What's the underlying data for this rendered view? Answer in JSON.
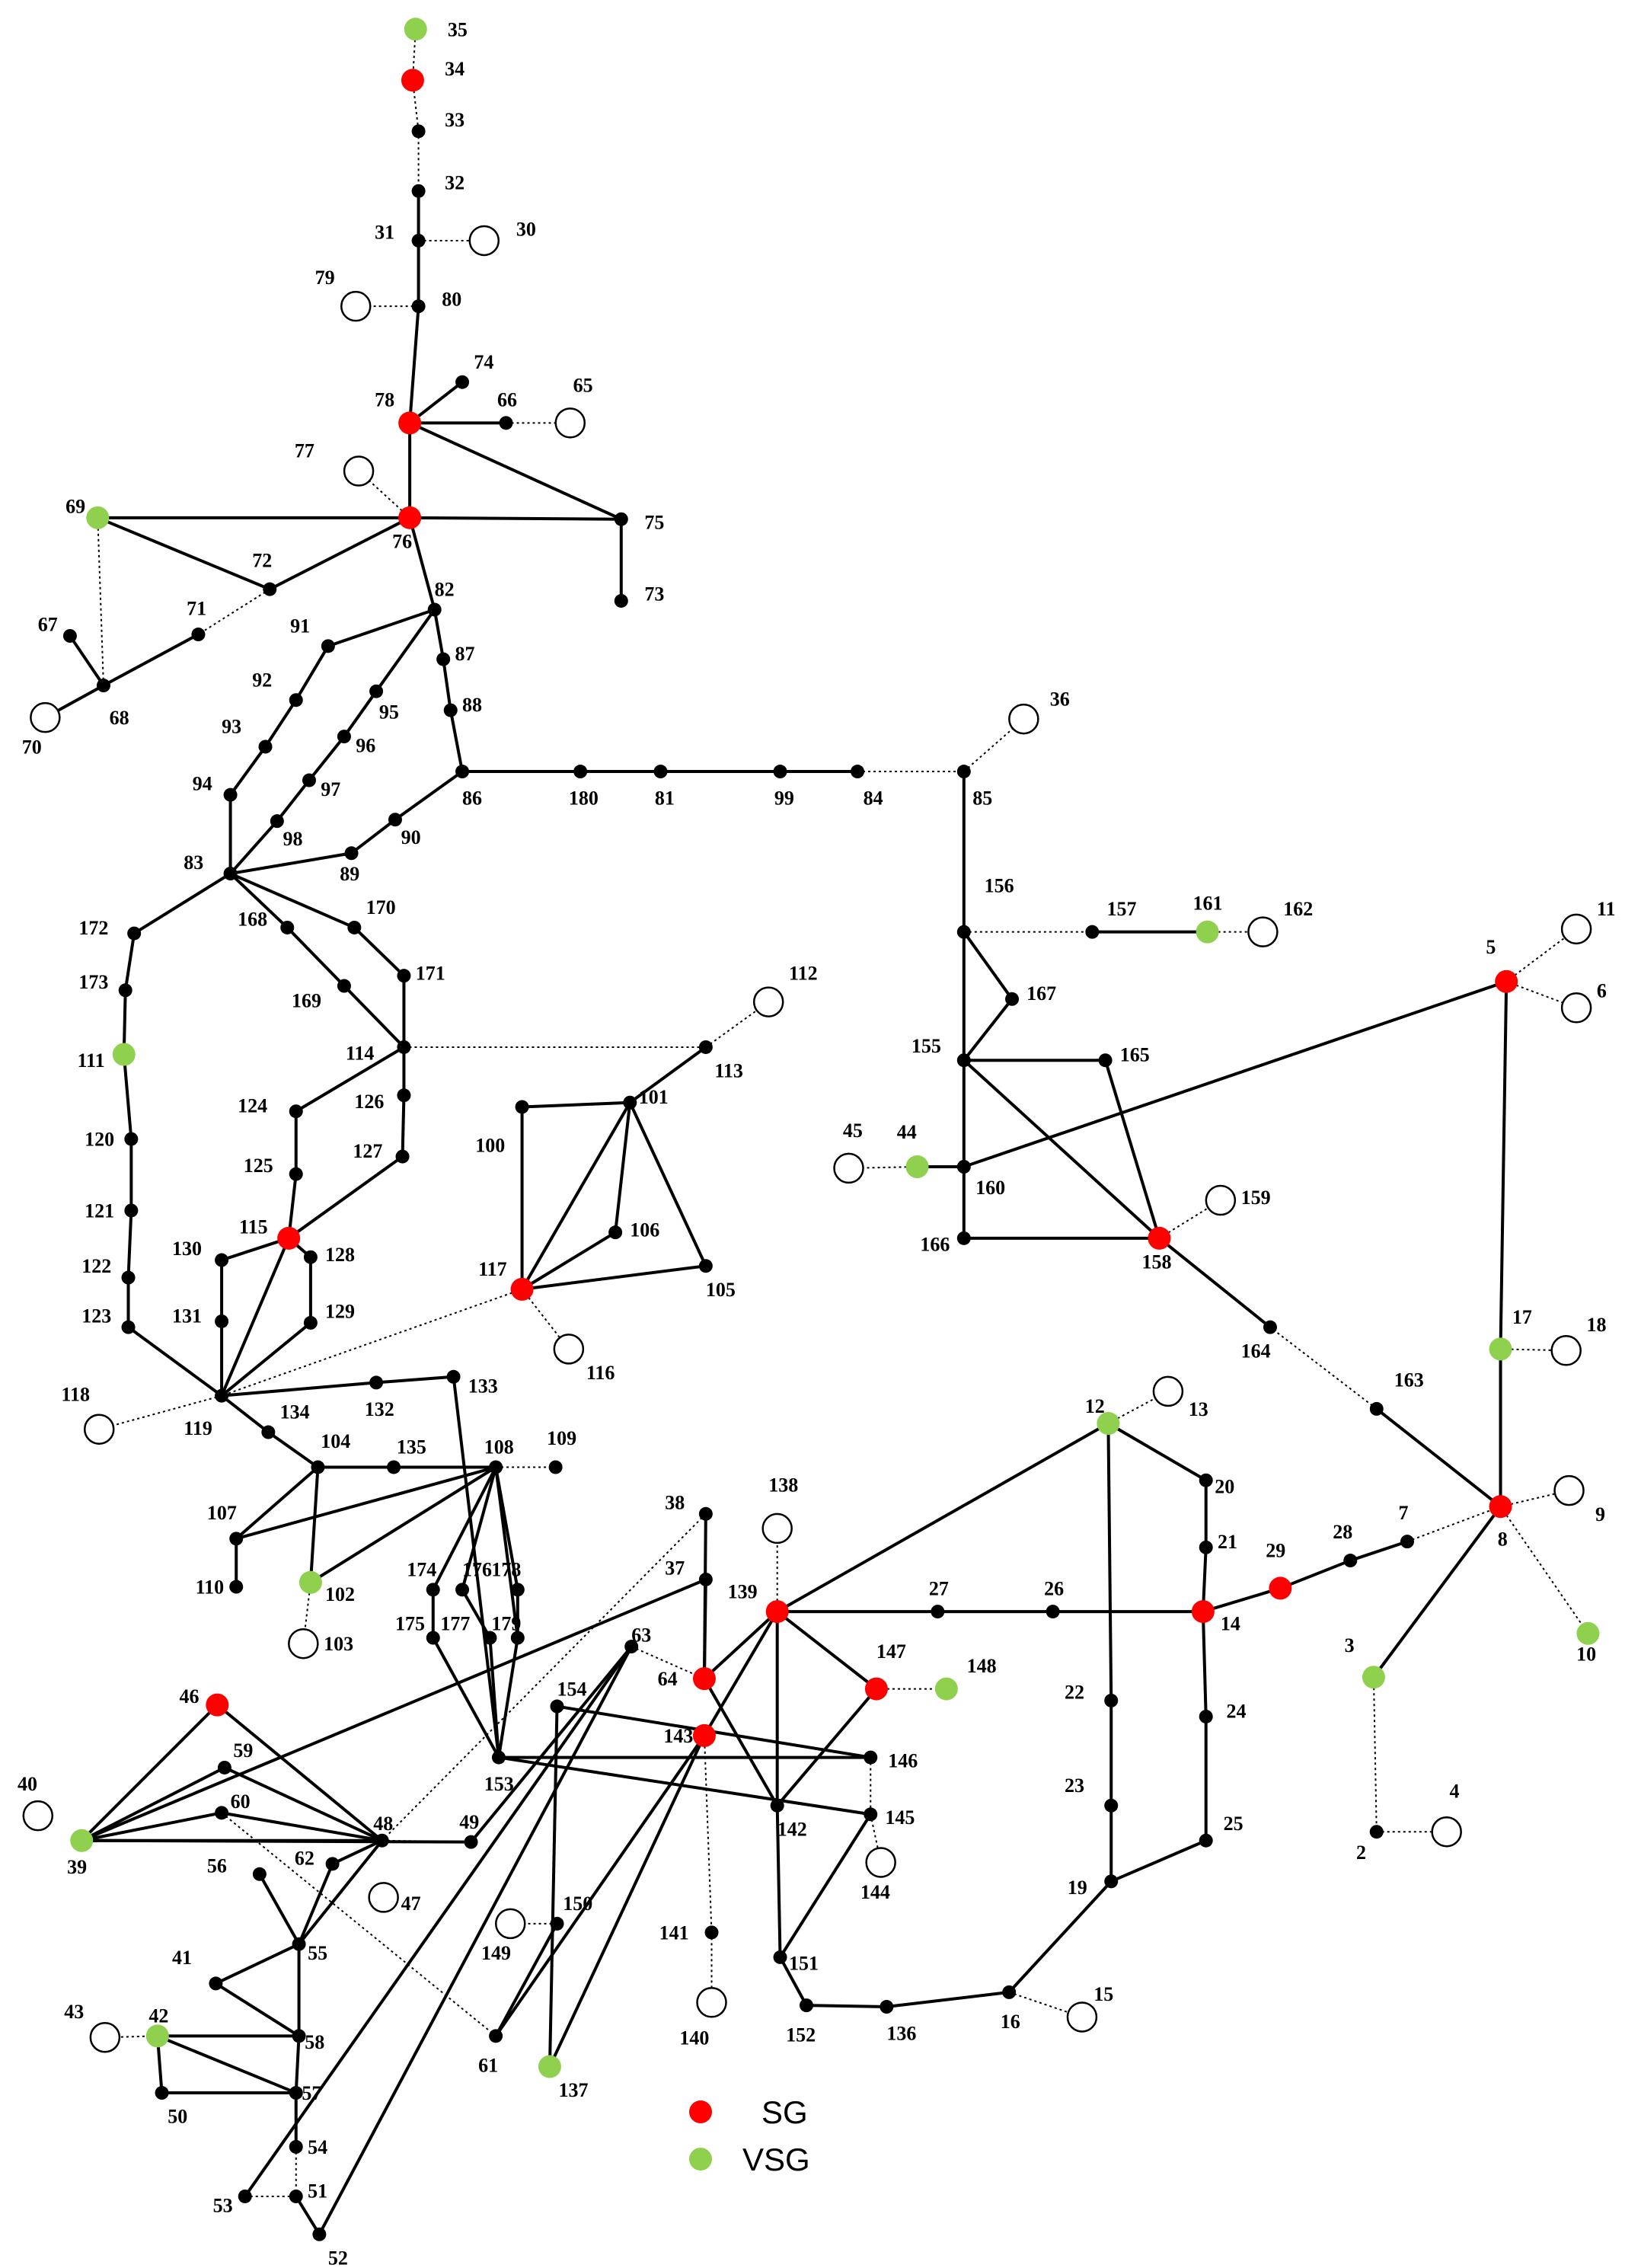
{
  "colors": {
    "sg": "#ff0000",
    "vsg": "#8fd14f",
    "bus": "#000000",
    "line": "#000000",
    "load_fill": "#ffffff"
  },
  "legend": {
    "sg_label": "SG",
    "vsg_label": "VSG"
  },
  "nodes": [
    {
      "id": "35",
      "type": "vsg"
    },
    {
      "id": "34",
      "type": "sg"
    },
    {
      "id": "33",
      "type": "bus"
    },
    {
      "id": "32",
      "type": "bus"
    },
    {
      "id": "31",
      "type": "bus"
    },
    {
      "id": "30",
      "type": "load"
    },
    {
      "id": "79",
      "type": "load"
    },
    {
      "id": "80",
      "type": "bus"
    },
    {
      "id": "74",
      "type": "bus"
    },
    {
      "id": "66",
      "type": "bus"
    },
    {
      "id": "65",
      "type": "load"
    },
    {
      "id": "78",
      "type": "sg"
    },
    {
      "id": "77",
      "type": "load"
    },
    {
      "id": "76",
      "type": "sg"
    },
    {
      "id": "75",
      "type": "bus"
    },
    {
      "id": "73",
      "type": "bus"
    },
    {
      "id": "69",
      "type": "vsg"
    },
    {
      "id": "72",
      "type": "bus"
    },
    {
      "id": "71",
      "type": "bus"
    },
    {
      "id": "82",
      "type": "bus"
    },
    {
      "id": "67",
      "type": "bus"
    },
    {
      "id": "68",
      "type": "bus"
    },
    {
      "id": "70",
      "type": "load"
    },
    {
      "id": "91",
      "type": "bus"
    },
    {
      "id": "87",
      "type": "bus"
    },
    {
      "id": "92",
      "type": "bus"
    },
    {
      "id": "88",
      "type": "bus"
    },
    {
      "id": "95",
      "type": "bus"
    },
    {
      "id": "93",
      "type": "bus"
    },
    {
      "id": "96",
      "type": "bus"
    },
    {
      "id": "97",
      "type": "bus"
    },
    {
      "id": "94",
      "type": "bus"
    },
    {
      "id": "86",
      "type": "bus"
    },
    {
      "id": "180",
      "type": "bus"
    },
    {
      "id": "81",
      "type": "bus"
    },
    {
      "id": "99",
      "type": "bus"
    },
    {
      "id": "84",
      "type": "bus"
    },
    {
      "id": "85",
      "type": "bus"
    },
    {
      "id": "36",
      "type": "load"
    },
    {
      "id": "98",
      "type": "bus"
    },
    {
      "id": "90",
      "type": "bus"
    },
    {
      "id": "89",
      "type": "bus"
    },
    {
      "id": "83",
      "type": "bus"
    },
    {
      "id": "172",
      "type": "bus"
    },
    {
      "id": "168",
      "type": "bus"
    },
    {
      "id": "170",
      "type": "bus"
    },
    {
      "id": "173",
      "type": "bus"
    },
    {
      "id": "169",
      "type": "bus"
    },
    {
      "id": "171",
      "type": "bus"
    },
    {
      "id": "111",
      "type": "vsg"
    },
    {
      "id": "114",
      "type": "bus"
    },
    {
      "id": "113",
      "type": "bus"
    },
    {
      "id": "112",
      "type": "load"
    },
    {
      "id": "124",
      "type": "bus"
    },
    {
      "id": "126",
      "type": "bus"
    },
    {
      "id": "101",
      "type": "bus"
    },
    {
      "id": "100",
      "type": "bus"
    },
    {
      "id": "120",
      "type": "bus"
    },
    {
      "id": "125",
      "type": "bus"
    },
    {
      "id": "127",
      "type": "bus"
    },
    {
      "id": "121",
      "type": "bus"
    },
    {
      "id": "115",
      "type": "sg"
    },
    {
      "id": "128",
      "type": "bus"
    },
    {
      "id": "130",
      "type": "bus"
    },
    {
      "id": "106",
      "type": "bus"
    },
    {
      "id": "122",
      "type": "bus"
    },
    {
      "id": "117",
      "type": "sg"
    },
    {
      "id": "105",
      "type": "bus"
    },
    {
      "id": "129",
      "type": "bus"
    },
    {
      "id": "131",
      "type": "bus"
    },
    {
      "id": "123",
      "type": "bus"
    },
    {
      "id": "116",
      "type": "load"
    },
    {
      "id": "118",
      "type": "load"
    },
    {
      "id": "119",
      "type": "bus"
    },
    {
      "id": "133",
      "type": "bus"
    },
    {
      "id": "132",
      "type": "bus"
    },
    {
      "id": "134",
      "type": "bus"
    },
    {
      "id": "104",
      "type": "bus"
    },
    {
      "id": "135",
      "type": "bus"
    },
    {
      "id": "108",
      "type": "bus"
    },
    {
      "id": "109",
      "type": "bus"
    },
    {
      "id": "107",
      "type": "bus"
    },
    {
      "id": "110",
      "type": "bus"
    },
    {
      "id": "102",
      "type": "vsg"
    },
    {
      "id": "103",
      "type": "load"
    },
    {
      "id": "174",
      "type": "bus"
    },
    {
      "id": "176",
      "type": "bus"
    },
    {
      "id": "178",
      "type": "bus"
    },
    {
      "id": "175",
      "type": "bus"
    },
    {
      "id": "177",
      "type": "bus"
    },
    {
      "id": "179",
      "type": "bus"
    },
    {
      "id": "153",
      "type": "bus"
    },
    {
      "id": "38",
      "type": "bus"
    },
    {
      "id": "37",
      "type": "bus"
    },
    {
      "id": "63",
      "type": "bus"
    },
    {
      "id": "64",
      "type": "sg"
    },
    {
      "id": "143",
      "type": "sg"
    },
    {
      "id": "138",
      "type": "load"
    },
    {
      "id": "139",
      "type": "sg"
    },
    {
      "id": "147",
      "type": "sg"
    },
    {
      "id": "148",
      "type": "vsg"
    },
    {
      "id": "146",
      "type": "bus"
    },
    {
      "id": "142",
      "type": "bus"
    },
    {
      "id": "145",
      "type": "bus"
    },
    {
      "id": "144",
      "type": "load"
    },
    {
      "id": "154",
      "type": "bus"
    },
    {
      "id": "150",
      "type": "bus"
    },
    {
      "id": "149",
      "type": "load"
    },
    {
      "id": "151",
      "type": "bus"
    },
    {
      "id": "141",
      "type": "bus"
    },
    {
      "id": "140",
      "type": "load"
    },
    {
      "id": "152",
      "type": "bus"
    },
    {
      "id": "136",
      "type": "bus"
    },
    {
      "id": "16",
      "type": "bus"
    },
    {
      "id": "15",
      "type": "load"
    },
    {
      "id": "137",
      "type": "vsg"
    },
    {
      "id": "61",
      "type": "bus"
    },
    {
      "id": "46",
      "type": "sg"
    },
    {
      "id": "59",
      "type": "bus"
    },
    {
      "id": "60",
      "type": "bus"
    },
    {
      "id": "40",
      "type": "load"
    },
    {
      "id": "39",
      "type": "vsg"
    },
    {
      "id": "48",
      "type": "bus"
    },
    {
      "id": "49",
      "type": "bus"
    },
    {
      "id": "47",
      "type": "load"
    },
    {
      "id": "56",
      "type": "bus"
    },
    {
      "id": "62",
      "type": "bus"
    },
    {
      "id": "55",
      "type": "bus"
    },
    {
      "id": "41",
      "type": "bus"
    },
    {
      "id": "43",
      "type": "load"
    },
    {
      "id": "42",
      "type": "vsg"
    },
    {
      "id": "58",
      "type": "bus"
    },
    {
      "id": "57",
      "type": "bus"
    },
    {
      "id": "50",
      "type": "bus"
    },
    {
      "id": "54",
      "type": "bus"
    },
    {
      "id": "53",
      "type": "bus"
    },
    {
      "id": "51",
      "type": "bus"
    },
    {
      "id": "52",
      "type": "bus"
    },
    {
      "id": "27",
      "type": "bus"
    },
    {
      "id": "26",
      "type": "bus"
    },
    {
      "id": "14",
      "type": "sg"
    },
    {
      "id": "12",
      "type": "vsg"
    },
    {
      "id": "13",
      "type": "load"
    },
    {
      "id": "20",
      "type": "bus"
    },
    {
      "id": "21",
      "type": "bus"
    },
    {
      "id": "22",
      "type": "bus"
    },
    {
      "id": "24",
      "type": "bus"
    },
    {
      "id": "23",
      "type": "bus"
    },
    {
      "id": "25",
      "type": "bus"
    },
    {
      "id": "19",
      "type": "bus"
    },
    {
      "id": "29",
      "type": "sg"
    },
    {
      "id": "28",
      "type": "bus"
    },
    {
      "id": "7",
      "type": "bus"
    },
    {
      "id": "8",
      "type": "sg"
    },
    {
      "id": "9",
      "type": "load"
    },
    {
      "id": "10",
      "type": "vsg"
    },
    {
      "id": "3",
      "type": "vsg"
    },
    {
      "id": "2",
      "type": "bus"
    },
    {
      "id": "4",
      "type": "load"
    },
    {
      "id": "17",
      "type": "vsg"
    },
    {
      "id": "18",
      "type": "load"
    },
    {
      "id": "163",
      "type": "bus"
    },
    {
      "id": "164",
      "type": "bus"
    },
    {
      "id": "158",
      "type": "sg"
    },
    {
      "id": "159",
      "type": "load"
    },
    {
      "id": "5",
      "type": "sg"
    },
    {
      "id": "11",
      "type": "load"
    },
    {
      "id": "6",
      "type": "load"
    },
    {
      "id": "156",
      "type": "bus"
    },
    {
      "id": "157",
      "type": "bus"
    },
    {
      "id": "161",
      "type": "vsg"
    },
    {
      "id": "162",
      "type": "load"
    },
    {
      "id": "167",
      "type": "bus"
    },
    {
      "id": "155",
      "type": "bus"
    },
    {
      "id": "165",
      "type": "bus"
    },
    {
      "id": "45",
      "type": "load"
    },
    {
      "id": "44",
      "type": "vsg"
    },
    {
      "id": "160",
      "type": "bus"
    },
    {
      "id": "166",
      "type": "bus"
    }
  ]
}
